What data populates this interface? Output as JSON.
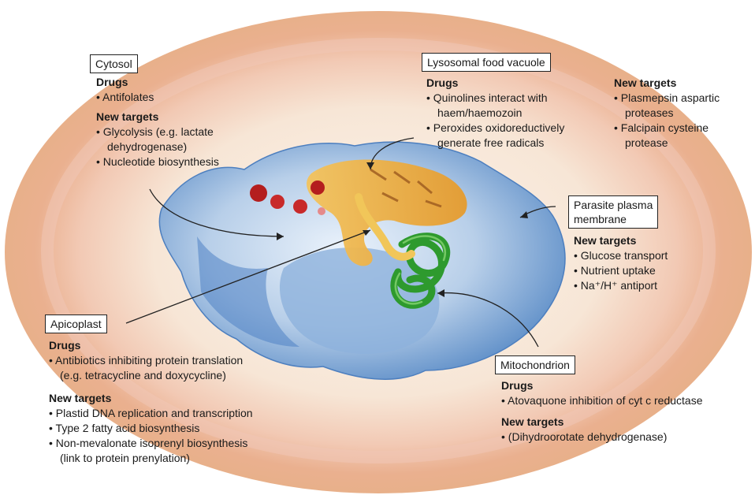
{
  "cytosol": {
    "label": "Cytosol",
    "drugs_heading": "Drugs",
    "drugs": [
      "• Antifolates"
    ],
    "targets_heading": "New targets",
    "targets_lines": [
      "• Glycolysis (e.g. lactate",
      "dehydrogenase)",
      "• Nucleotide biosynthesis"
    ]
  },
  "lysosomal": {
    "label": "Lysosomal food vacuole",
    "drugs_heading": "Drugs",
    "drugs_lines": [
      "• Quinolines interact with",
      "haem/haemozoin",
      "• Peroxides oxidoreductively",
      "generate free radicals"
    ],
    "targets_heading": "New targets",
    "targets_lines": [
      "• Plasmepsin aspartic",
      "proteases",
      "• Falcipain cysteine",
      "protease"
    ]
  },
  "plasma_membrane": {
    "label_lines": [
      "Parasite plasma",
      "membrane"
    ],
    "targets_heading": "New targets",
    "targets_lines": [
      "• Glucose transport",
      "• Nutrient uptake",
      "• Na⁺/H⁺ antiport"
    ]
  },
  "apicoplast": {
    "label": "Apicoplast",
    "drugs_heading": "Drugs",
    "drugs_lines": [
      "• Antibiotics inhibiting protein translation",
      "(e.g. tetracycline and doxycycline)"
    ],
    "targets_heading": "New targets",
    "targets_lines": [
      "• Plastid DNA replication and transcription",
      "• Type 2 fatty acid biosynthesis",
      "• Non-mevalonate isoprenyl biosynthesis",
      "(link to protein prenylation)"
    ]
  },
  "mitochondrion": {
    "label": "Mitochondrion",
    "drugs_heading": "Drugs",
    "drugs_lines": [
      "• Atovaquone inhibition of cyt c reductase"
    ],
    "targets_heading": "New targets",
    "targets_lines": [
      "• (Dihydroorotate dehydrogenase)"
    ]
  },
  "colors": {
    "cell_outer": "#e9b48f",
    "cell_inner": "#f6dcc8",
    "parasite": "#8fb3dc",
    "vacuole": "#e8a23a",
    "mitochondrion": "#2e9a2e",
    "hemozoin": "#b41e1e"
  }
}
